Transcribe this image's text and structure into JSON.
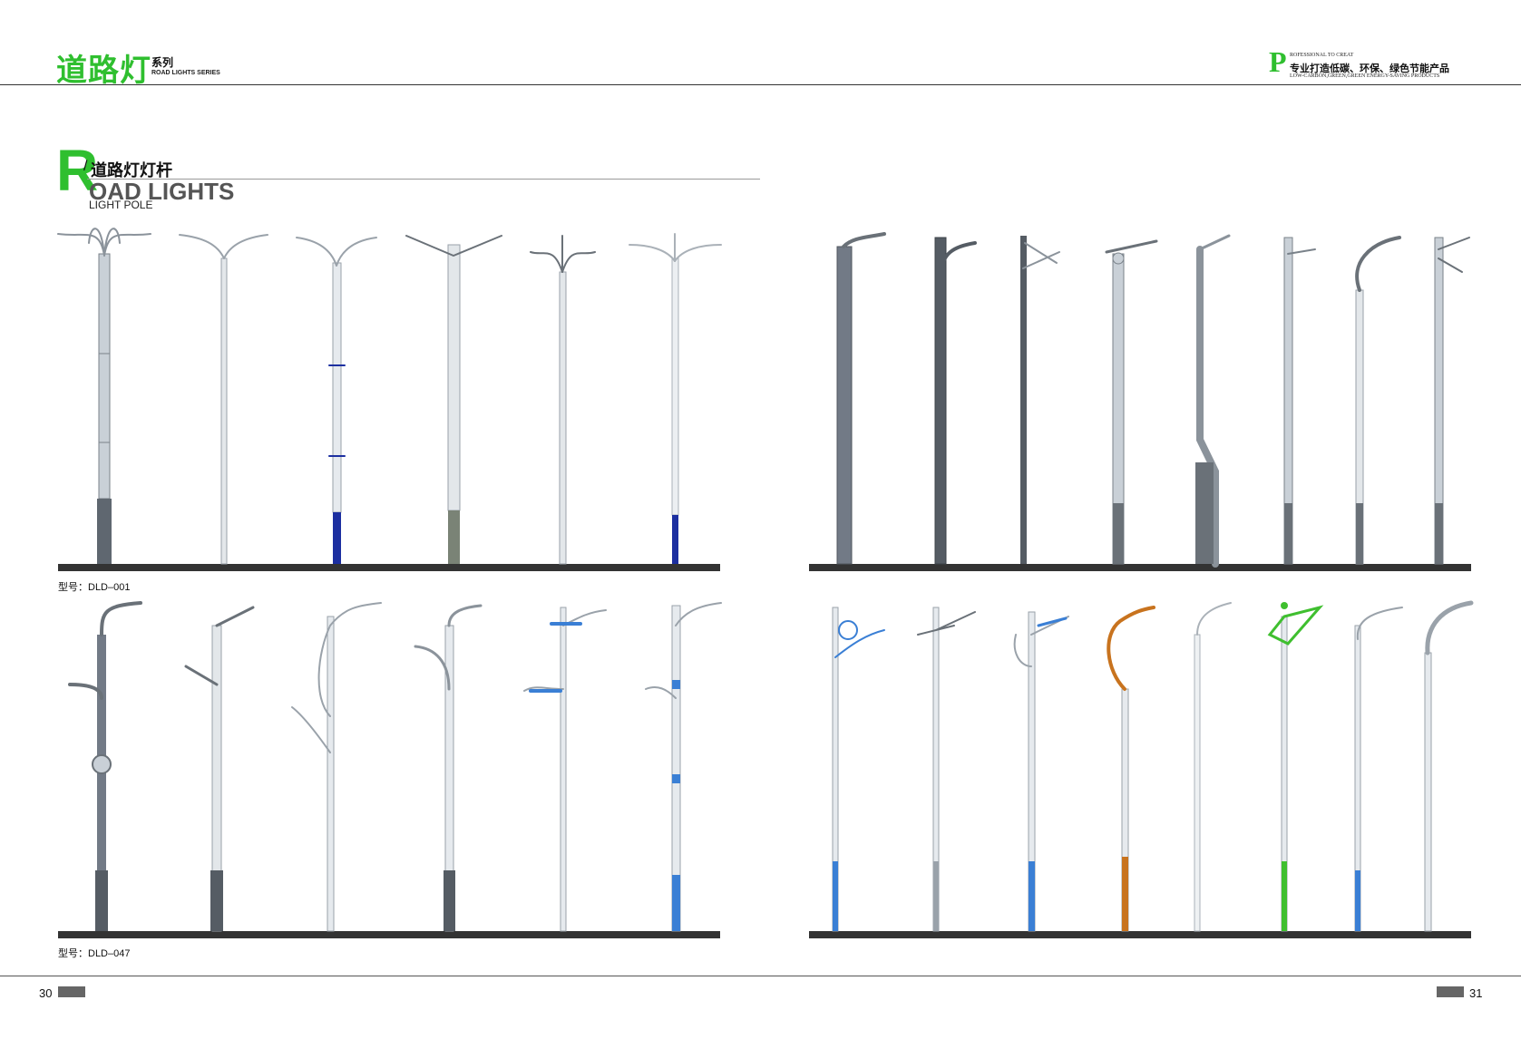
{
  "header": {
    "brand_cn": "道路灯",
    "series_cn": "系列",
    "series_en": "ROAD LIGHTS SERIES",
    "tagline_letter": "P",
    "tagline_en_top": "ROFESSIONAL TO CREAT",
    "tagline_cn": "专业打造低碳、环保、绿色节能产品",
    "tagline_en_bottom": "LOW-CARBON,GREEN,GREEN ENERGY-SAVING PRODUCTS"
  },
  "section": {
    "initial": "R",
    "slash": "/",
    "title_cn": "道路灯灯杆",
    "title_en": "OAD LIGHTS",
    "subtitle_en": "LIGHT POLE"
  },
  "models": {
    "row1": "型号：DLD–001",
    "row2": "型号：DLD–047"
  },
  "pages": {
    "left": "30",
    "right": "31"
  },
  "colors": {
    "brand_green": "#2fbf2f",
    "ground": "#333333",
    "pole_silver": "#d8dde2",
    "pole_dark": "#606870",
    "accent_blue": "#1c2fa0",
    "accent_lightblue": "#3a7fd5",
    "accent_orange": "#c8731e",
    "accent_green": "#3fbf2f"
  }
}
